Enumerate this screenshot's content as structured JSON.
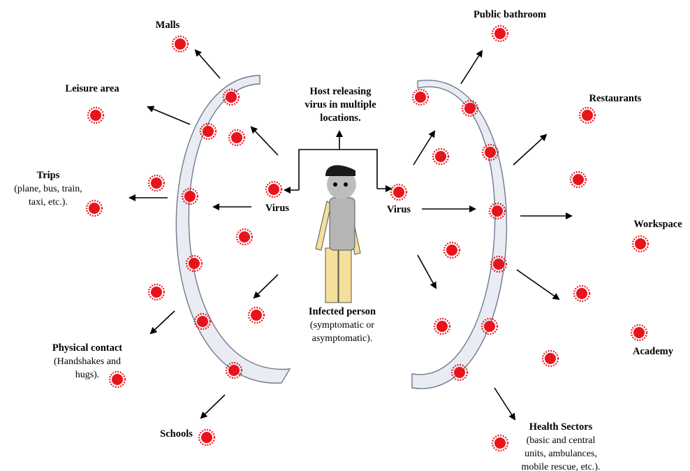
{
  "labels": {
    "malls": "Malls",
    "leisure": "Leisure area",
    "trips_title": "Trips",
    "trips_sub1": "(plane, bus, train,",
    "trips_sub2": "taxi, etc.).",
    "contact_title": "Physical contact",
    "contact_sub1": "(Handshakes and",
    "contact_sub2": "hugs).",
    "schools": "Schools",
    "host1": "Host releasing",
    "host2": "virus in multiple",
    "host3": "locations.",
    "virus": "Virus",
    "infected_title": "Infected person",
    "infected_sub1": "(symptomatic or",
    "infected_sub2": "asymptomatic).",
    "bathroom": "Public bathroom",
    "restaurants": "Restaurants",
    "workspace": "Workspace",
    "academy": "Academy",
    "health_title": "Health Sectors",
    "health_sub1": "(basic and central",
    "health_sub2": "units, ambulances,",
    "health_sub3": "mobile rescue, etc.)."
  },
  "colors": {
    "virus": "#e8141c",
    "barrier_fill": "#e9ecf2",
    "barrier_stroke": "#6f7a90",
    "head": "#bdbdbd",
    "hat": "#1a1a1a",
    "torso": "#b5b5b5",
    "arms": "#f4e09a",
    "legs": "#f4e09a"
  }
}
